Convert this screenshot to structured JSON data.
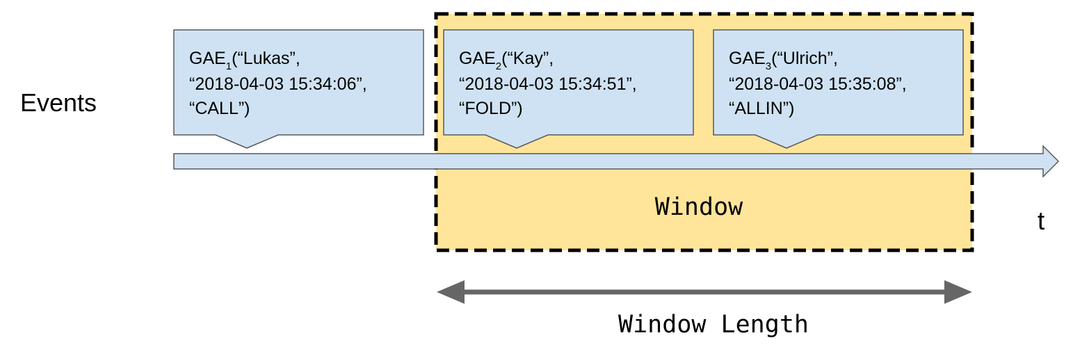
{
  "row_label": "Events",
  "time_axis_label": "t",
  "window": {
    "label": "Window",
    "length_label": "Window Length"
  },
  "events": [
    {
      "prefix": "GAE",
      "index": "1",
      "name": "(“Lukas”,",
      "timestamp": "“2018-04-03 15:34:06”,",
      "action": "“CALL”)"
    },
    {
      "prefix": "GAE",
      "index": "2",
      "name": "(“Kay”,",
      "timestamp": "“2018-04-03 15:34:51”,",
      "action": "“FOLD”)"
    },
    {
      "prefix": "GAE",
      "index": "3",
      "name": "(“Ulrich”,",
      "timestamp": "“2018-04-03 15:35:08”,",
      "action": "“ALLIN”)"
    }
  ],
  "colors": {
    "event_fill": "#cfe2f3",
    "event_stroke": "#595959",
    "window_fill": "#ffe599",
    "window_border": "#000000",
    "length_arrow": "#666666"
  }
}
